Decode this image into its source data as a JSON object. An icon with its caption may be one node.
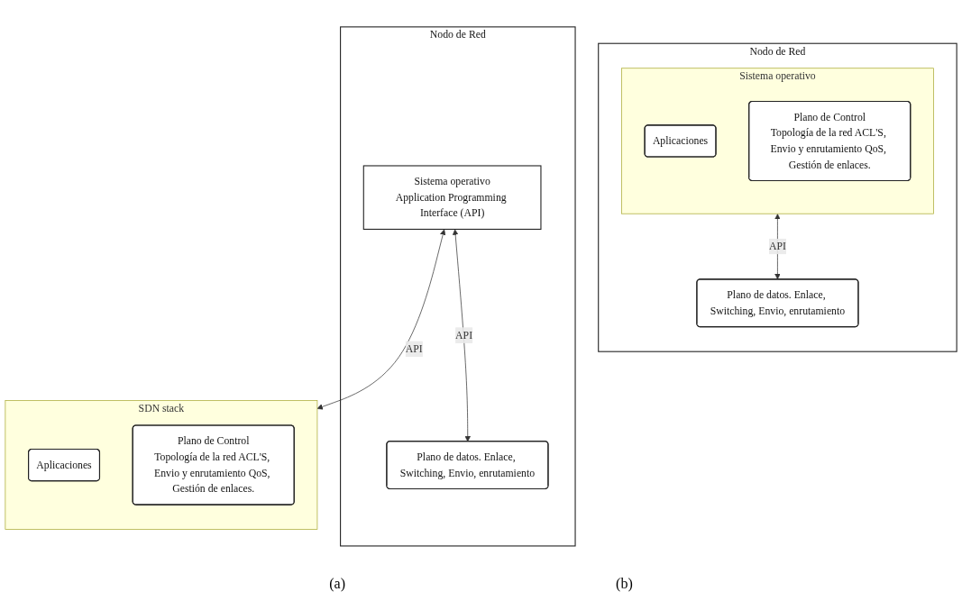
{
  "diagram": {
    "nodes": [
      {
        "text": [
          "Nodo de Red"
        ]
      },
      {
        "text": [
          "Sistema operativo"
        ],
        "in": 0
      },
      {
        "text": [
          "Aplicaciones"
        ],
        "in": 1
      },
      {
        "text": [
          "Plano de Control",
          "Topología de la red ACL'S, Envio y enrutamiento QoS, Gestión de enlaces."
        ],
        "in": 1
      },
      {
        "text": [
          "Plano de datos. Enlace, Switching, Envio, enrutamiento"
        ],
        "in": 0
      },
      {
        "text": [
          "Nodo de Red"
        ]
      },
      {
        "text": [
          "Sistema operativo",
          "Application Programming Interface (API)"
        ],
        "in": 5
      },
      {
        "text": [
          "Plano de datos. Enlace, Switching, Envio, enrutamiento"
        ],
        "in": 5
      },
      {
        "text": [
          "SDN stack"
        ]
      },
      {
        "text": [
          "Aplicaciones"
        ],
        "in": 8
      },
      {
        "text": [
          "Plano de Control",
          "Topología de la red ACL'S, Envio y enrutamiento QoS, Gestión de enlaces."
        ],
        "in": 8
      }
    ],
    "edges": [
      {
        "from": 1,
        "to": 4,
        "arrow": "both",
        "label": "API"
      },
      {
        "from": 6,
        "to": 7,
        "arrow": "both",
        "label": "API"
      },
      {
        "from": 6,
        "to": 8,
        "arrow": "both",
        "label": "API"
      }
    ],
    "labels": [
      "(a)",
      "(b)"
    ]
  }
}
